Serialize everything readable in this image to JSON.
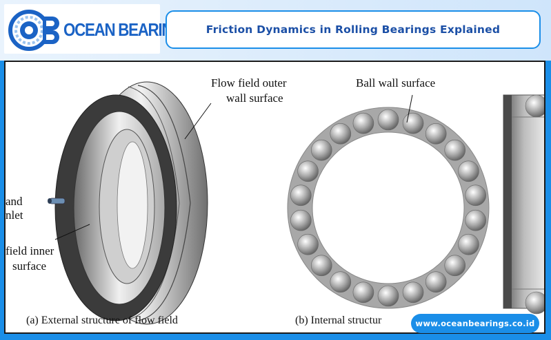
{
  "brand": {
    "logo_letters": "OCB",
    "name": "OCEAN BEARING",
    "url": "www.oceanbearings.co.id"
  },
  "header": {
    "title": "Friction Dynamics in Rolling Bearings Explained"
  },
  "figure": {
    "labels": {
      "outer_wall": [
        "Flow field outer",
        "wall surface"
      ],
      "ball_wall": "Ball wall surface",
      "inlet": [
        "and",
        "nlet"
      ],
      "inner_surface": [
        "field inner",
        "surface"
      ]
    },
    "captions": {
      "a": "(a)  External structure of flow field",
      "b": "(b)    Internal structur"
    }
  },
  "colors": {
    "accent": "#1a8ee8",
    "title_text": "#1b4fa6",
    "logo_text": "#1b63c5",
    "ring_dark": "#3a3a3a",
    "ring_light": "#d8d8d8"
  }
}
